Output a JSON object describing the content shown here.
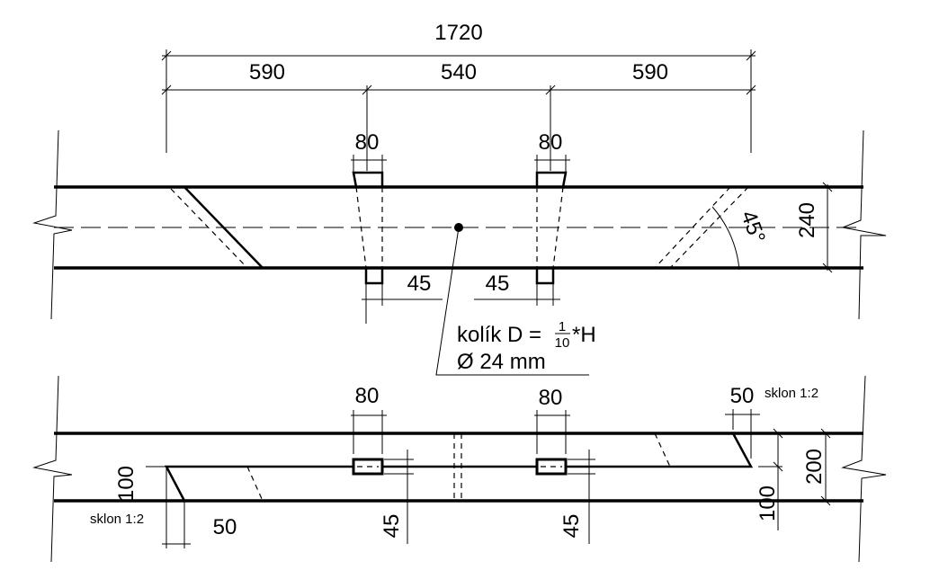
{
  "top_view": {
    "dim_total": "1720",
    "dim_left": "590",
    "dim_middle": "540",
    "dim_right": "590",
    "dowel_width_left": "80",
    "dowel_width_right": "80",
    "dim_45_left": "45",
    "dim_45_right": "45",
    "height": "240",
    "angle": "45°",
    "note_line1_prefix": "kolík D = ",
    "note_fraction_num": "1",
    "note_fraction_den": "10",
    "note_line1_suffix": "*H",
    "note_line2": "Ø 24 mm"
  },
  "side_view": {
    "dowel_width_left": "80",
    "dowel_width_right": "80",
    "dim_50_right": "50",
    "slope_right": "sklon 1:2",
    "height": "200",
    "dim_100_right": "100",
    "dim_100_left": "100",
    "slope_left": "sklon 1:2",
    "dim_50_left": "50",
    "dim_45_left": "45",
    "dim_45_right": "45"
  }
}
